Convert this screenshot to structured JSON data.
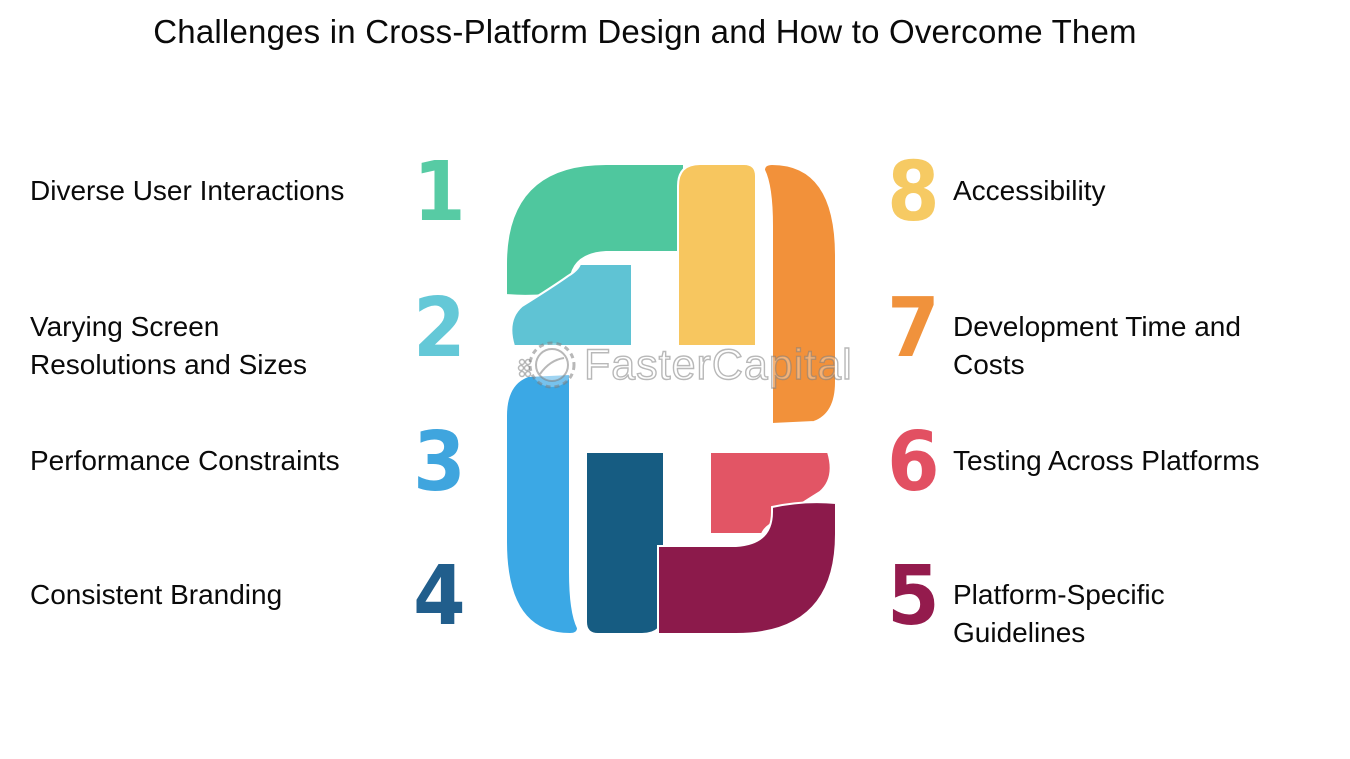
{
  "title": "Challenges in Cross-Platform Design and How to Overcome Them",
  "watermark": {
    "text": "FasterCapital",
    "outline_color": "#7d7d7d"
  },
  "left_items": [
    {
      "number": "1",
      "label": "Diverse User Interactions",
      "color": "#57CBA4"
    },
    {
      "number": "2",
      "label": "Varying Screen\nResolutions and Sizes",
      "color": "#64C8D7"
    },
    {
      "number": "3",
      "label": "Performance Constraints",
      "color": "#3FA5DE"
    },
    {
      "number": "4",
      "label": "Consistent Branding",
      "color": "#215E8C"
    }
  ],
  "right_items": [
    {
      "number": "8",
      "label": "Accessibility",
      "color": "#F6CA63"
    },
    {
      "number": "7",
      "label": "Development Time and\nCosts",
      "color": "#F0923C"
    },
    {
      "number": "6",
      "label": "Testing Across Platforms",
      "color": "#E25062"
    },
    {
      "number": "5",
      "label": "Platform-Specific\nGuidelines",
      "color": "#941B4D"
    }
  ],
  "logo": {
    "colors": {
      "green": "#4FC79E",
      "teal": "#5FC3D4",
      "yellow": "#F7C65F",
      "orange": "#F2913A",
      "sky": "#3BA8E5",
      "navy": "#165C82",
      "red": "#E25565",
      "maroon": "#8C1A4B"
    }
  }
}
